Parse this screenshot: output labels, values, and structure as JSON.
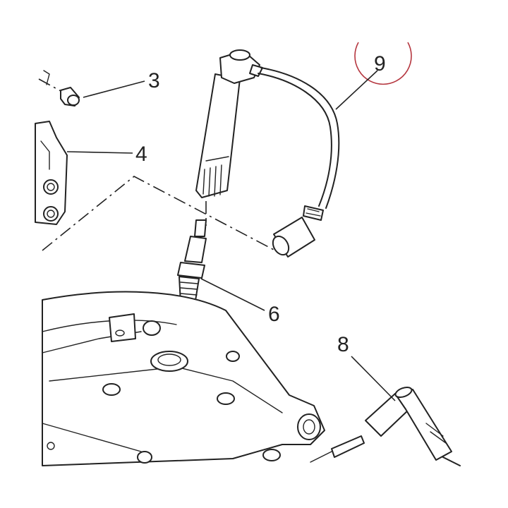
{
  "callouts": [
    {
      "id": "screw",
      "label": "3"
    },
    {
      "id": "bracket",
      "label": "4"
    },
    {
      "id": "spark-plug",
      "label": "6"
    },
    {
      "id": "plug-cap-lead",
      "label": "8"
    },
    {
      "id": "ignition-coil-lead",
      "label": "9"
    }
  ],
  "highlight_color": "#b5363f",
  "line_color": "#222222"
}
